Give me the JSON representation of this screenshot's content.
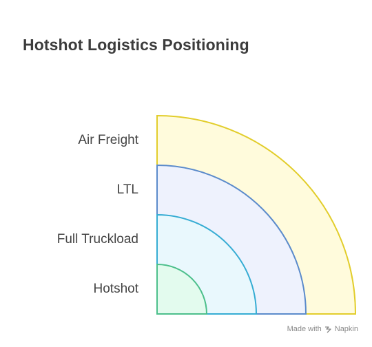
{
  "title": "Hotshot Logistics Positioning",
  "diagram": {
    "layers": [
      {
        "label": "Air Freight",
        "fill": "#fffbdc",
        "stroke": "#e2cd2b"
      },
      {
        "label": "LTL",
        "fill": "#eef2fd",
        "stroke": "#5b8bcb"
      },
      {
        "label": "Full Truckload",
        "fill": "#e9f8fd",
        "stroke": "#35acd3"
      },
      {
        "label": "Hotshot",
        "fill": "#e3fbee",
        "stroke": "#4cbf8b"
      }
    ]
  },
  "watermark": {
    "prefix": "Made with",
    "brand": "Napkin"
  }
}
